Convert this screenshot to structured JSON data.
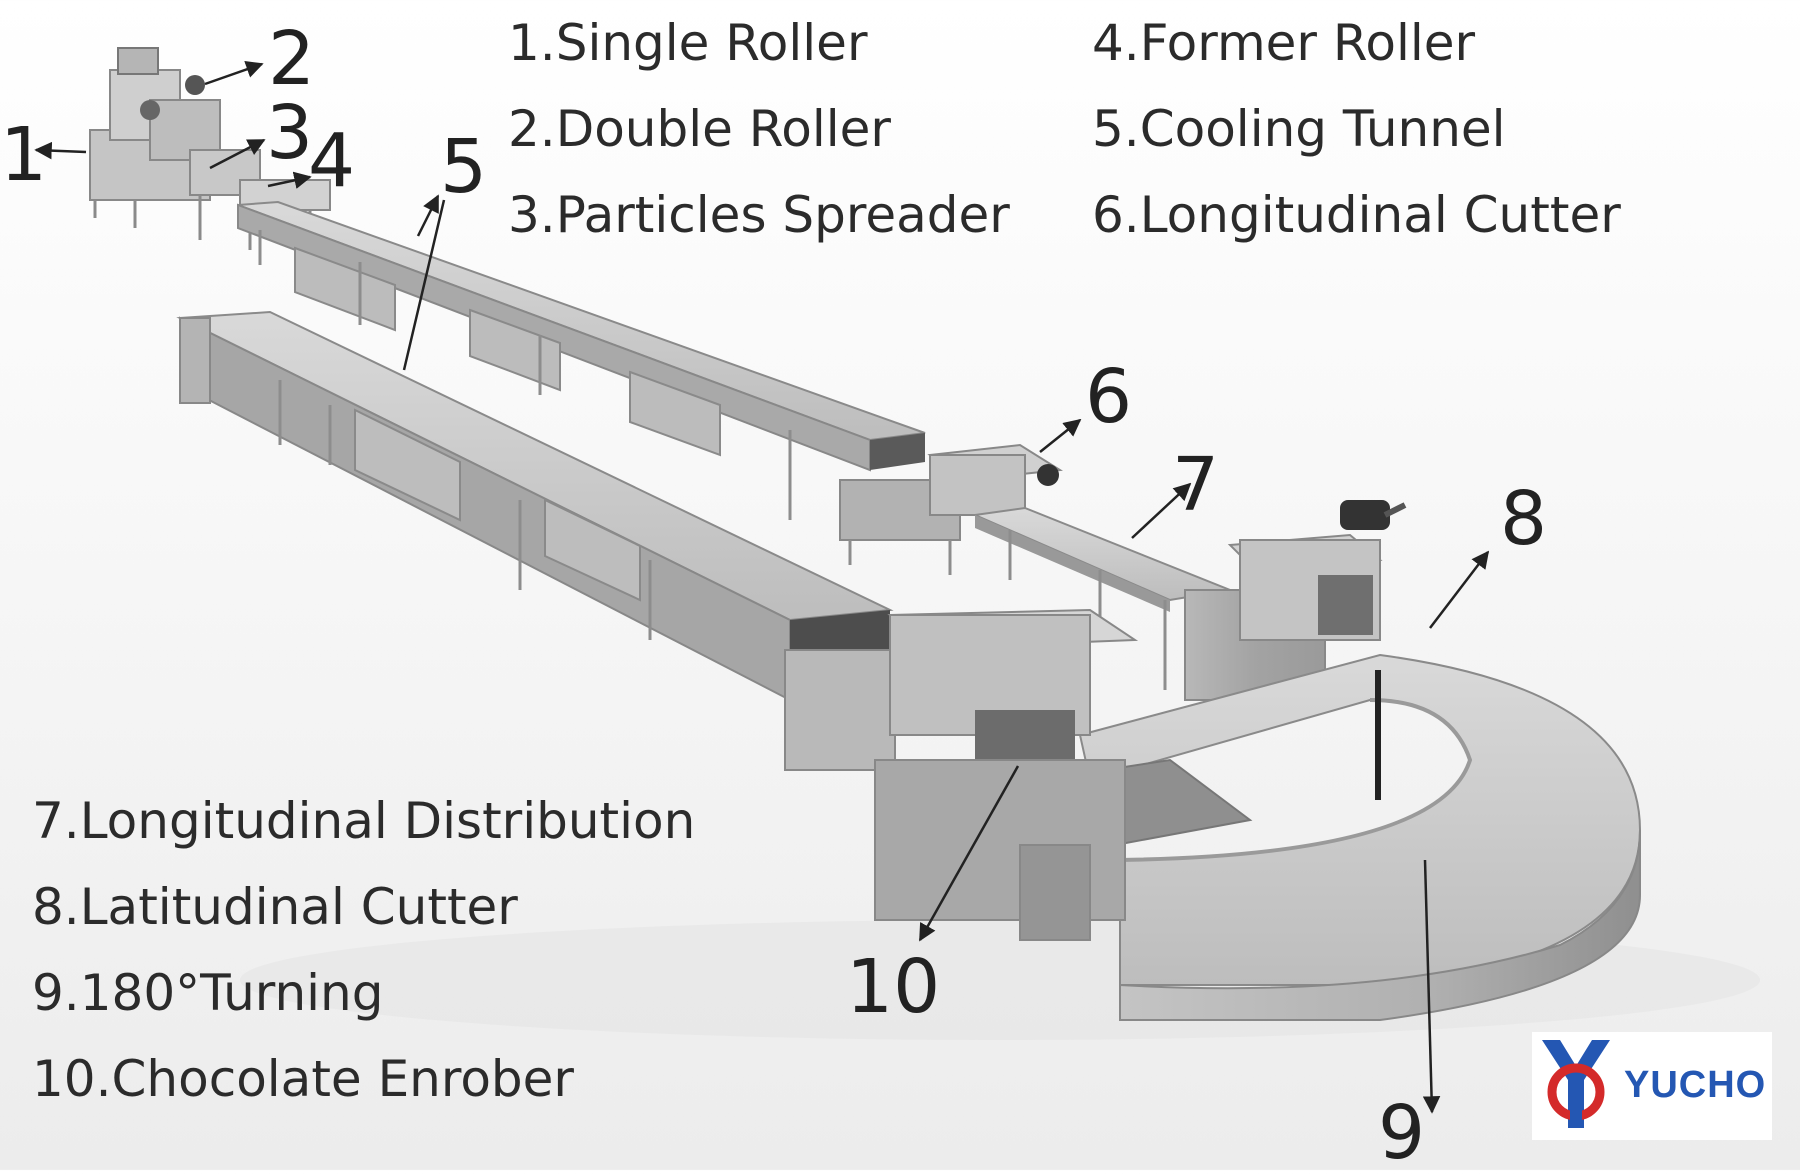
{
  "legend": {
    "col_a": [
      "1.Single Roller",
      "2.Double Roller",
      "3.Particles Spreader"
    ],
    "col_b": [
      "4.Former Roller",
      "5.Cooling Tunnel",
      "6.Longitudinal Cutter"
    ],
    "col_c": [
      "7.Longitudinal Distribution",
      "8.Latitudinal Cutter",
      "9.180°Turning",
      "10.Chocolate Enrober"
    ]
  },
  "callouts": [
    "1",
    "2",
    "3",
    "4",
    "5",
    "6",
    "7",
    "8",
    "9",
    "10"
  ],
  "logo": {
    "text": "YUCHO"
  },
  "colors": {
    "steel_light": "#cfcfcf",
    "steel_mid": "#a9a9a9",
    "steel_dark": "#7a7a7a",
    "logo_blue": "#2457b3",
    "logo_red": "#d42a2a"
  }
}
